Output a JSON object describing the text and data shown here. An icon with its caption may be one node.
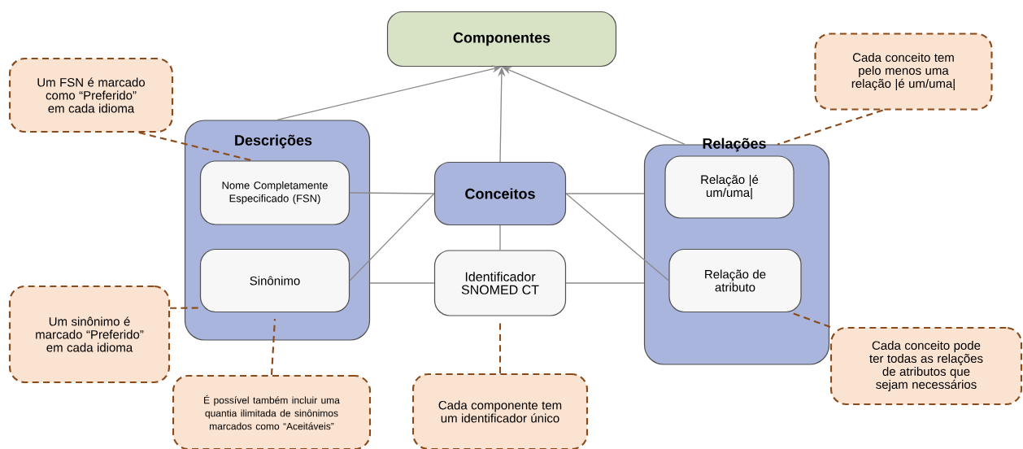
{
  "diagram": {
    "nodes": [
      {
        "text": [
          "Componentes"
        ]
      },
      {
        "text": [
          "Descrições"
        ]
      },
      {
        "text": [
          "Nome Completamente Especificado (FSN)"
        ],
        "in": 1
      },
      {
        "text": [
          "Sinônimo"
        ],
        "in": 1
      },
      {
        "text": [
          "Conceitos"
        ]
      },
      {
        "text": [
          "Identificador SNOMED CT"
        ]
      },
      {
        "text": [
          "Relações"
        ]
      },
      {
        "text": [
          "Relação |é um/uma|"
        ],
        "in": 6
      },
      {
        "text": [
          "Relação de atributo"
        ],
        "in": 6
      },
      {
        "text": [
          "Um FSN é marcado como “Preferido” em cada idioma"
        ]
      },
      {
        "text": [
          "Cada conceito tem pelo menos uma relação |é um/uma|"
        ]
      },
      {
        "text": [
          "Um sinônimo é marcado “Preferido” em cada idioma"
        ]
      },
      {
        "text": [
          "É possível também incluir uma quantia ilimitada de sinônimos marcados como “Aceitáveis”"
        ]
      },
      {
        "text": [
          "Cada componente tem um identificador único"
        ]
      },
      {
        "text": [
          "Cada conceito pode ter todas as relações de atributos que sejam necessários"
        ]
      }
    ],
    "edges": [
      {
        "from": 1,
        "to": 0,
        "arrow": "to"
      },
      {
        "from": 4,
        "to": 0,
        "arrow": "to"
      },
      {
        "from": 6,
        "to": 0,
        "arrow": "to"
      },
      {
        "from": 2,
        "to": 4,
        "arrow": "none"
      },
      {
        "from": 3,
        "to": 4,
        "arrow": "none"
      },
      {
        "from": 1,
        "to": 5,
        "arrow": "none"
      },
      {
        "from": 4,
        "to": 5,
        "arrow": "none"
      },
      {
        "from": 4,
        "to": 6,
        "arrow": "none"
      },
      {
        "from": 4,
        "to": 8,
        "arrow": "none"
      },
      {
        "from": 5,
        "to": 6,
        "arrow": "none"
      },
      {
        "from": 9,
        "to": 2,
        "arrow": "none",
        "style": "dashed",
        "color": "#8b4a1a"
      },
      {
        "from": 10,
        "to": 6,
        "arrow": "none",
        "style": "dashed",
        "color": "#8b4a1a"
      },
      {
        "from": 11,
        "to": 3,
        "arrow": "none",
        "style": "dashed",
        "color": "#8b4a1a"
      },
      {
        "from": 12,
        "to": 3,
        "arrow": "none",
        "style": "dashed",
        "color": "#8b4a1a"
      },
      {
        "from": 13,
        "to": 5,
        "arrow": "none",
        "style": "dashed",
        "color": "#8b4a1a"
      },
      {
        "from": 14,
        "to": 8,
        "arrow": "none",
        "style": "dashed",
        "color": "#8b4a1a"
      }
    ]
  }
}
